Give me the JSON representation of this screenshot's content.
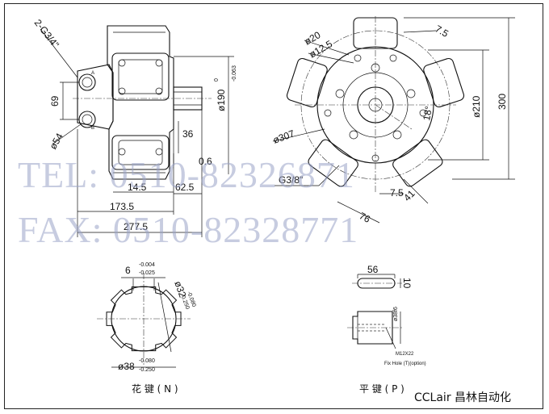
{
  "side_view": {
    "thread_label": "2-G3/4\"",
    "dim_69": "69",
    "dim_54": "ø54",
    "dim_190": "ø190",
    "dim_190_tol_upper": "0",
    "dim_190_tol_lower": "-0.063",
    "dim_36": "36",
    "dim_0_6": "0.6",
    "dim_14_5": "14.5",
    "dim_62_5": "62.5",
    "dim_173_5": "173.5",
    "dim_277_5": "277.5"
  },
  "front_view": {
    "dim_20": "ø20",
    "dim_12_5": "ø12.5",
    "dim_7_5_top": "7.5",
    "dim_307": "ø307",
    "dim_210": "ø210",
    "dim_300": "300",
    "dim_18": "18°",
    "dim_g38": "G3/8\"",
    "dim_7_5_bottom": "7.5",
    "dim_41": "41",
    "dim_76": "76"
  },
  "spline_view": {
    "dim_6": "6",
    "dim_6_tol_upper": "-0.004",
    "dim_6_tol_lower": "-0.025",
    "dim_32": "ø32",
    "dim_32_tol_upper": "-0.080",
    "dim_32_tol_lower": "-0.250",
    "dim_38": "ø38",
    "dim_38_tol_upper": "-0.080",
    "dim_38_tol_lower": "-0.250",
    "caption": "花 键 ( N )"
  },
  "key_view": {
    "dim_56": "56",
    "dim_10": "10",
    "dim_38f6": "ø38f6",
    "thread": "M12X22",
    "fix_hole": "Fix Hole (T)(option)",
    "caption": "平 键 ( P )"
  },
  "watermark": {
    "tel": "TEL: 0510-82326871",
    "fax": "FAX: 0510-82328771"
  },
  "brand": "CCLair 昌林自动化"
}
